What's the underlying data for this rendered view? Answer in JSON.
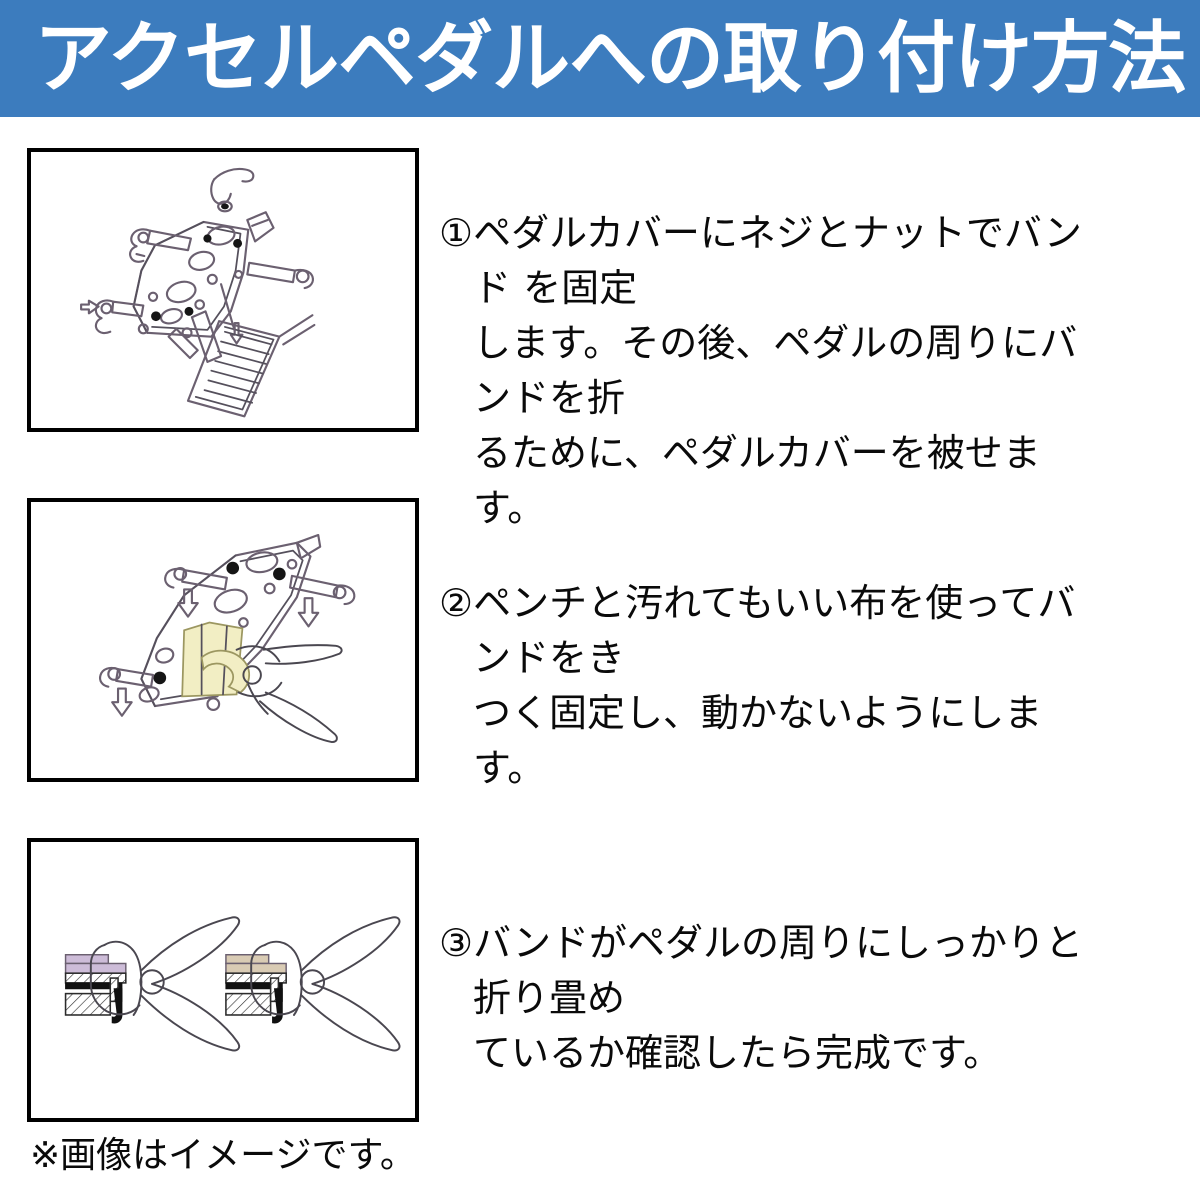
{
  "banner": {
    "title": "アクセルペダルへの取り付け方法",
    "background_color": "#3c7cbe",
    "text_color": "#ffffff"
  },
  "steps": [
    {
      "number": "①",
      "figure_name": "pedal-with-cover-and-bands-illustration",
      "lines": [
        "①ペダルカバーにネジとナットでバンド を固定",
        "します。その後、ペダルの周りにバンドを折",
        "るために、ペダルカバーを被せます。"
      ]
    },
    {
      "number": "②",
      "figure_name": "pliers-tightening-band-illustration",
      "lines": [
        "②ペンチと汚れてもいい布を使ってバンドをき",
        "つく固定し、動かないようにします。"
      ]
    },
    {
      "number": "③",
      "figure_name": "pliers-cross-section-illustration",
      "lines": [
        "③バンドがペダルの周りにしっかりと折り畳め",
        "ているか確認したら完成です。"
      ]
    }
  ],
  "note": "※画像はイメージです。"
}
